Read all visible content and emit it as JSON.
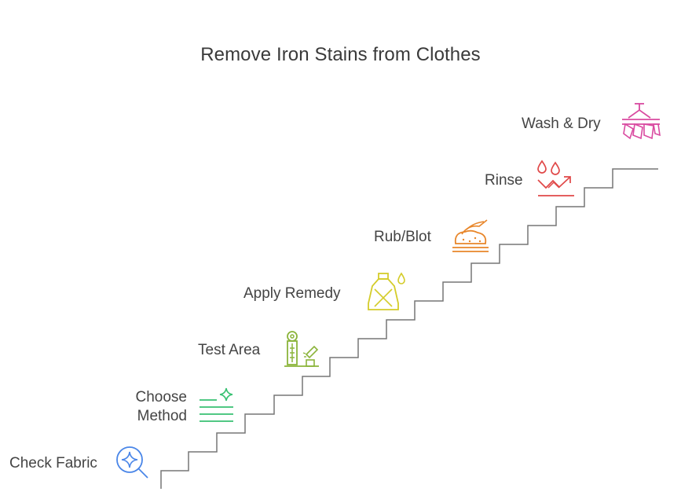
{
  "title": "Remove Iron Stains from Clothes",
  "colors": {
    "stairs": "#777777",
    "check_fabric": "#4a86e8",
    "choose_method": "#38c172",
    "test_area": "#8bb43a",
    "apply_remedy": "#d4cc2a",
    "rub_blot": "#e8862a",
    "rinse": "#e04848",
    "wash_dry": "#d94aa0"
  },
  "steps": [
    {
      "label": "Check Fabric",
      "icon": "magnifier-sparkle-icon"
    },
    {
      "label_line1": "Choose",
      "label_line2": "Method",
      "icon": "list-sparkle-icon"
    },
    {
      "label": "Test Area",
      "icon": "test-tube-icon"
    },
    {
      "label": "Apply Remedy",
      "icon": "bottle-drop-icon"
    },
    {
      "label": "Rub/Blot",
      "icon": "hand-rub-icon"
    },
    {
      "label": "Rinse",
      "icon": "water-drops-icon"
    },
    {
      "label": "Wash & Dry",
      "icon": "clothesline-icon"
    }
  ]
}
